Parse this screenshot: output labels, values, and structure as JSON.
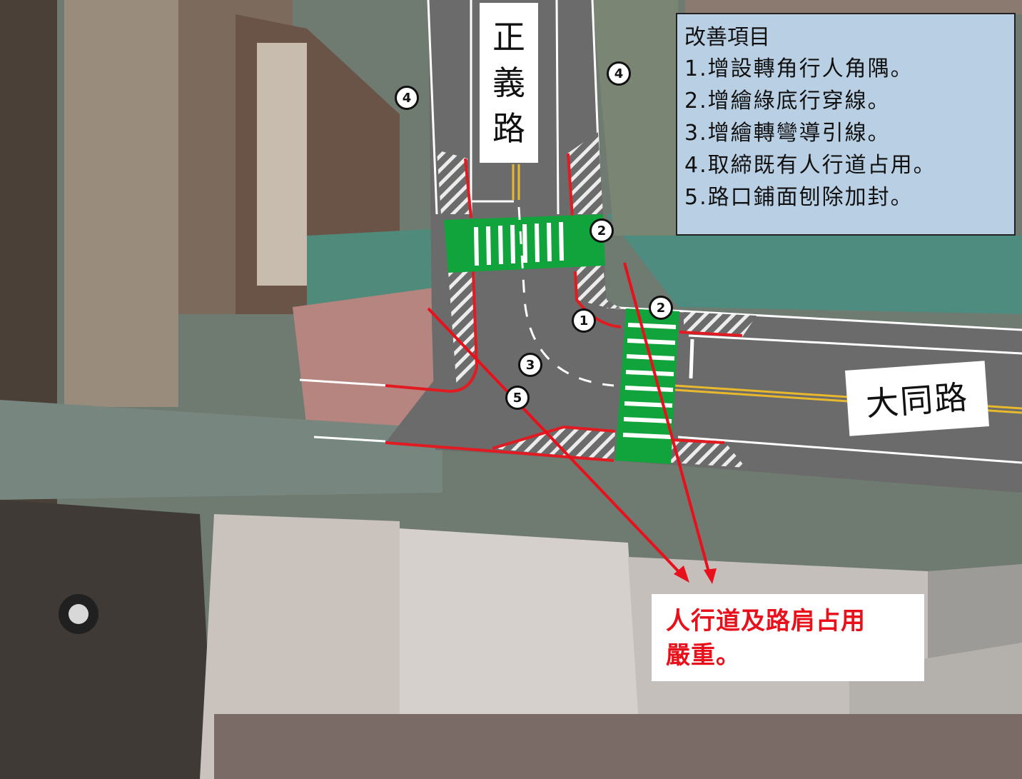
{
  "legend": {
    "title": "改善項目",
    "items": [
      "1.增設轉角行人角隅。",
      "2.增繪綠底行穿線。",
      "3.增繪轉彎導引線。",
      "4.取締既有人行道占用。",
      "5.路口鋪面刨除加封。"
    ]
  },
  "roads": {
    "north_south": [
      "正",
      "義",
      "路"
    ],
    "east_west": "大同路"
  },
  "markers": {
    "m1": "1",
    "m2a": "2",
    "m2b": "2",
    "m3": "3",
    "m4a": "4",
    "m4b": "4",
    "m5": "5"
  },
  "note": {
    "line1": "人行道及路肩占用",
    "line2": "嚴重。"
  },
  "colors": {
    "road": "#6b6b6b",
    "crosswalk": "#11a33c",
    "red_curb": "#e11b22",
    "center_line": "#e8b92c",
    "legend_bg": "#b9cfe3"
  }
}
